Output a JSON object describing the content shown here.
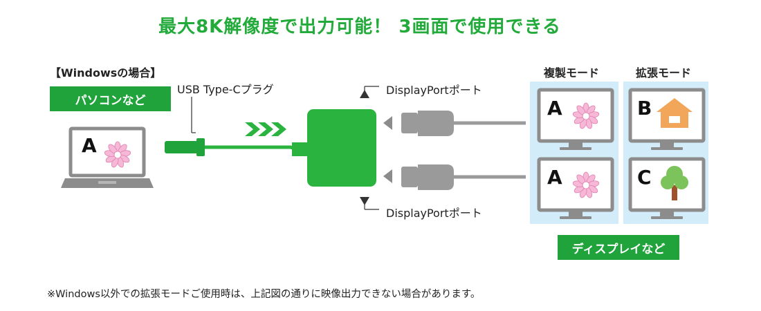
{
  "headline": "最大8K解像度で出力可能！ 3画面で使用できる",
  "source": {
    "case_label": "【Windowsの場合】",
    "badge": "パソコンなど",
    "laptop_letter": "A"
  },
  "plug_label": "USB Type-Cプラグ",
  "ports": {
    "top_label": "DisplayPortポート",
    "bottom_label": "DisplayPortポート"
  },
  "modes": {
    "mirror_label": "複製モード",
    "extend_label": "拡張モード",
    "mirror_letters": [
      "A",
      "A"
    ],
    "extend_letters": [
      "B",
      "C"
    ]
  },
  "destination_badge": "ディスプレイなど",
  "footnote": "※Windows以外での拡張モードご使用時は、上記図の通りに映像出力できない場合があります。",
  "colors": {
    "accent_green": "#1fa33a",
    "adapter_green": "#2bb33f",
    "panel_blue": "#d3ecf9",
    "cable_grey": "#999999"
  },
  "icons": [
    "flower-icon",
    "house-icon",
    "tree-icon",
    "laptop-icon",
    "monitor-icon",
    "arrow-chevron-icon"
  ]
}
